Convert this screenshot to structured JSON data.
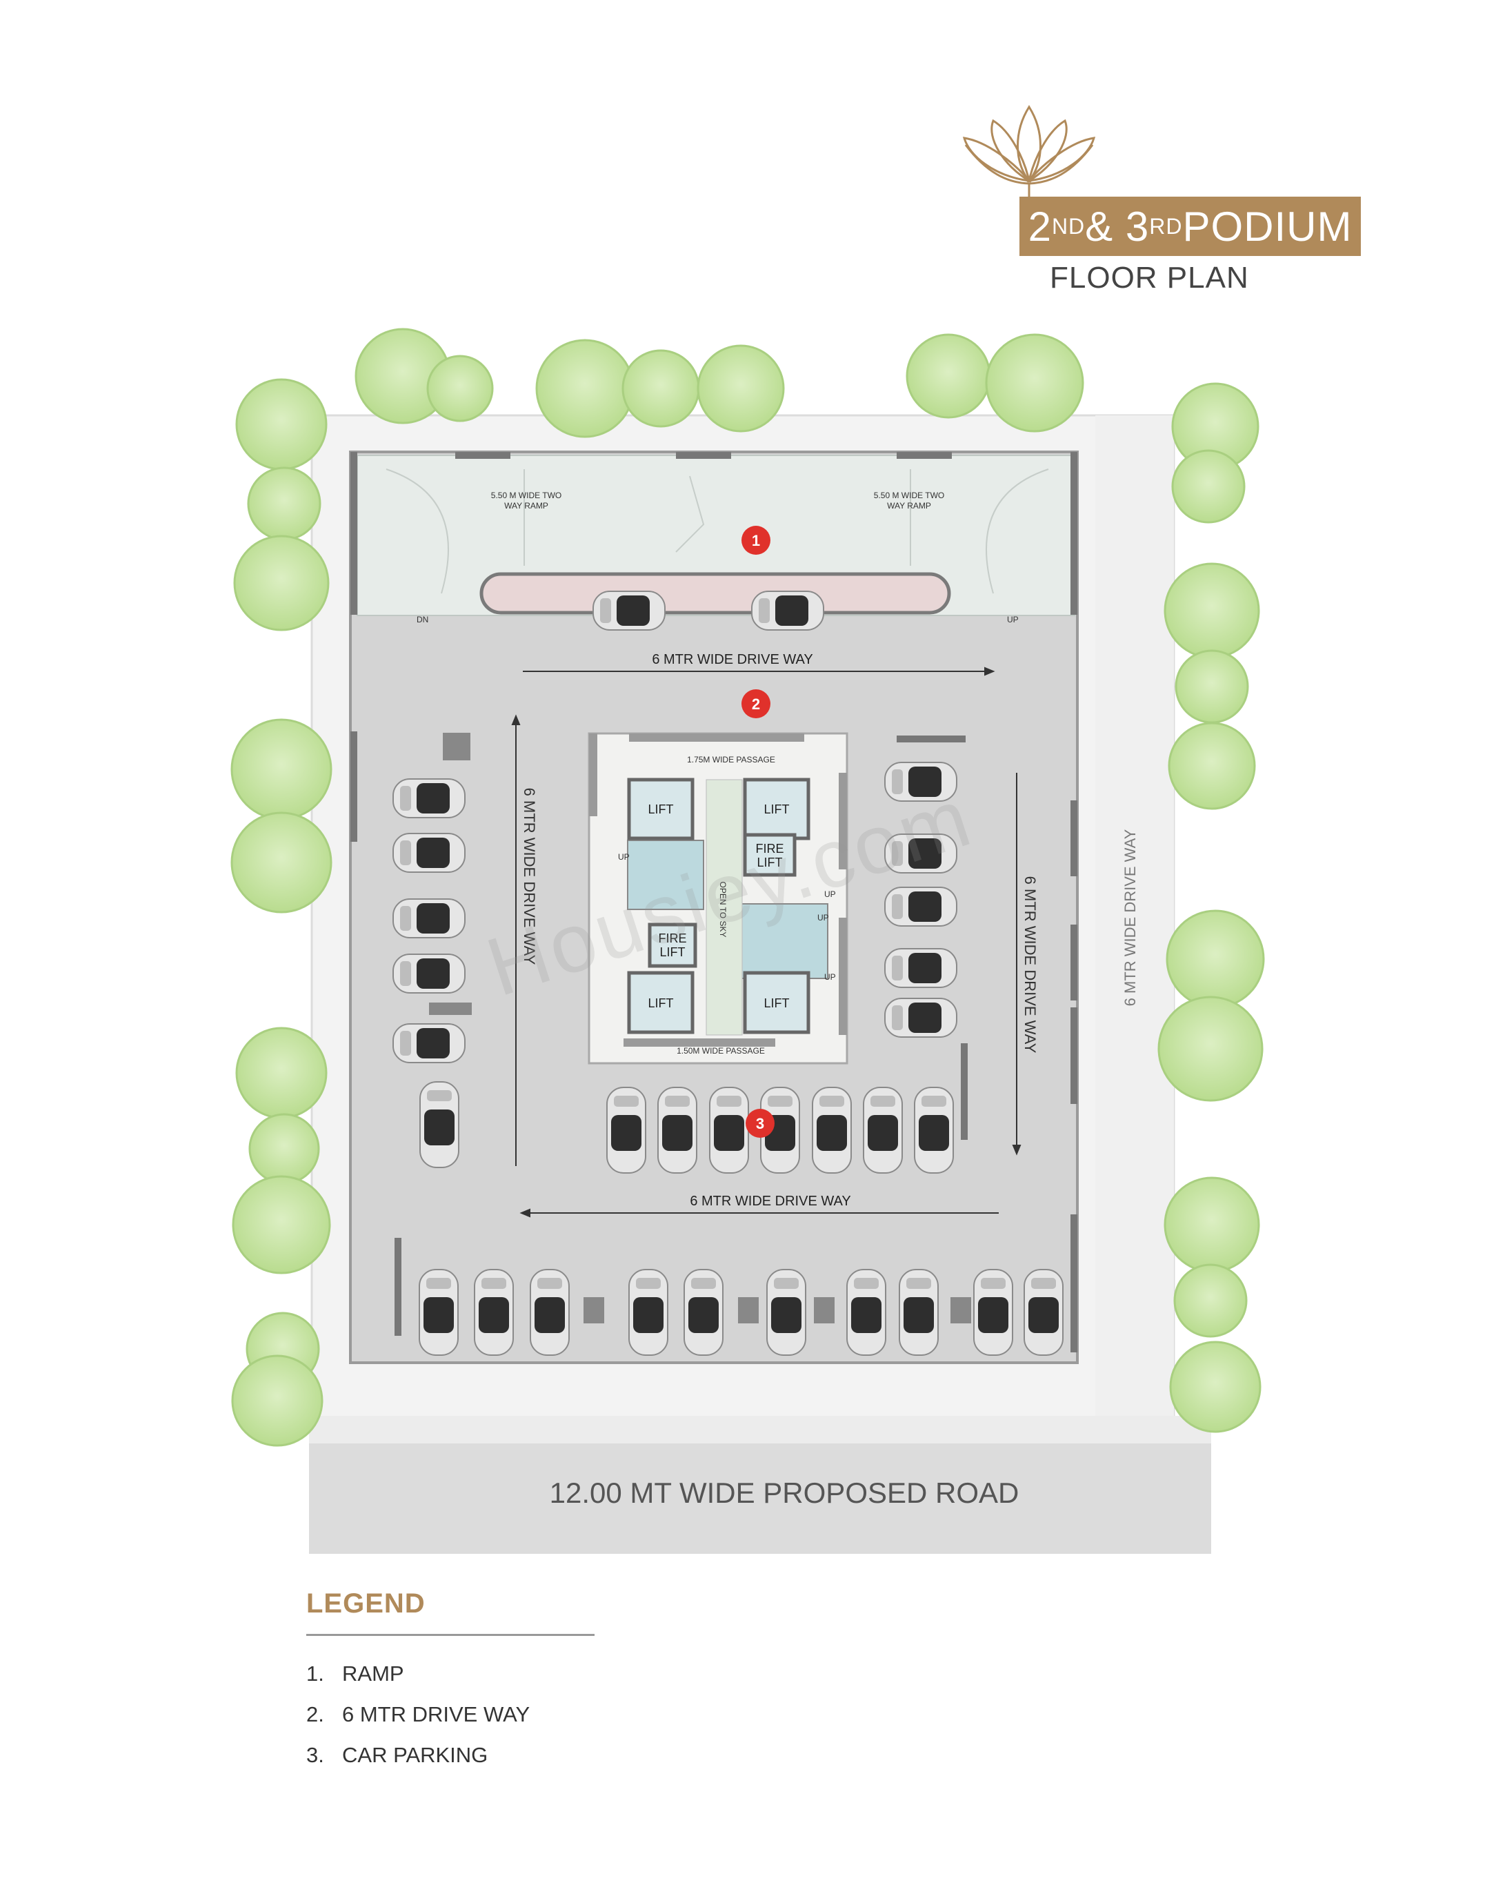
{
  "header": {
    "title_main": "2",
    "title_sup1": "ND",
    "title_mid": " & 3",
    "title_sup2": "RD",
    "title_end": " PODIUM",
    "subtitle": "FLOOR PLAN"
  },
  "plan": {
    "ramp_left": [
      "5.50 M WIDE TWO",
      "WAY RAMP"
    ],
    "ramp_right": [
      "5.50 M WIDE TWO",
      "WAY RAMP"
    ],
    "ramp_dn": "DN",
    "ramp_up": "UP",
    "drive_top": "6 MTR WIDE DRIVE WAY",
    "drive_bottom": "6 MTR WIDE DRIVE WAY",
    "drive_left": "6 MTR WIDE DRIVE WAY",
    "drive_right": "6 MTR WIDE DRIVE WAY",
    "drive_outside": "6 MTR WIDE DRIVE WAY",
    "passage_top": "1.75M WIDE PASSAGE",
    "passage_bottom": "1.50M WIDE PASSAGE",
    "open_to_sky": "OPEN TO SKY",
    "lift": "LIFT",
    "fire": "FIRE",
    "up": "UP",
    "road": "12.00 MT WIDE PROPOSED ROAD",
    "markers": [
      "1",
      "2",
      "3"
    ]
  },
  "watermark": "Housiey.com",
  "legend": {
    "title": "LEGEND",
    "items": [
      {
        "num": "1.",
        "label": "RAMP"
      },
      {
        "num": "2.",
        "label": "6 MTR DRIVE WAY"
      },
      {
        "num": "3.",
        "label": "CAR  PARKING"
      }
    ]
  },
  "colors": {
    "accent": "#b08a5a",
    "marker": "#e0312b",
    "tree": "#c9e4a8",
    "floor": "#d4d4d4",
    "ramp": "#e7ece9",
    "stair": "#bcd9de"
  }
}
